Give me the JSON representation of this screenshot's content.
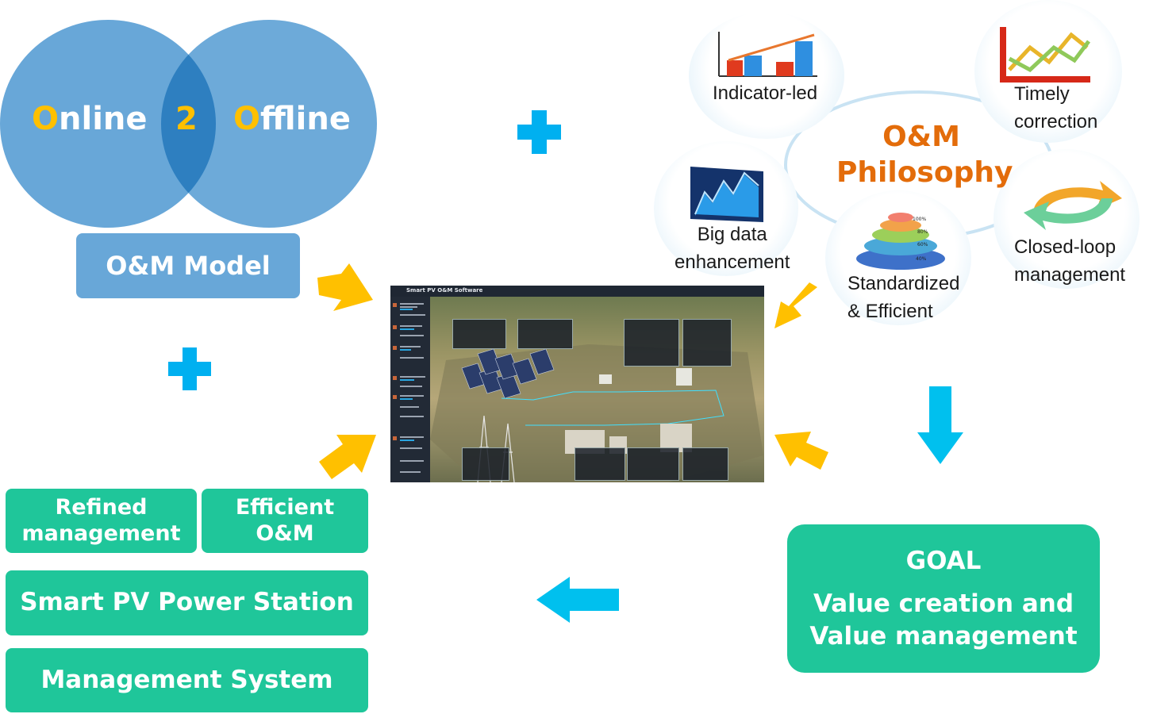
{
  "venn": {
    "online_first": "O",
    "online_rest": "nline",
    "middle": "2",
    "offline_first": "O",
    "offline_rest": "ffline",
    "circle_color": "#68a7d8",
    "highlight_color": "#ffc000"
  },
  "model_label": "O&M Model",
  "left_boxes": {
    "refined": "Refined management",
    "efficient": "Efficient O&M",
    "station": "Smart PV Power Station",
    "system": "Management System"
  },
  "philosophy": {
    "title_line1": "O&M",
    "title_line2": "Philosophy",
    "title_color": "#e36c0a",
    "items": {
      "indicator": "Indicator-led",
      "timely_1": "Timely",
      "timely_2": "correction",
      "bigdata_1": "Big data",
      "bigdata_2": "enhancement",
      "standard_1": "Standardized",
      "standard_2": "& Efficient",
      "closed_1": "Closed-loop",
      "closed_2": "management"
    },
    "pyramid_labels": [
      "100%",
      "80%",
      "60%",
      "40%"
    ]
  },
  "goal": {
    "title": "GOAL",
    "line1": "Value creation and",
    "line2": "Value management"
  },
  "software": {
    "title": "Smart PV O&M Software"
  },
  "colors": {
    "green": "#1fc69a",
    "plus": "#00b0f0",
    "arrow_yellow": "#ffc000",
    "arrow_blue": "#00b0f0"
  }
}
